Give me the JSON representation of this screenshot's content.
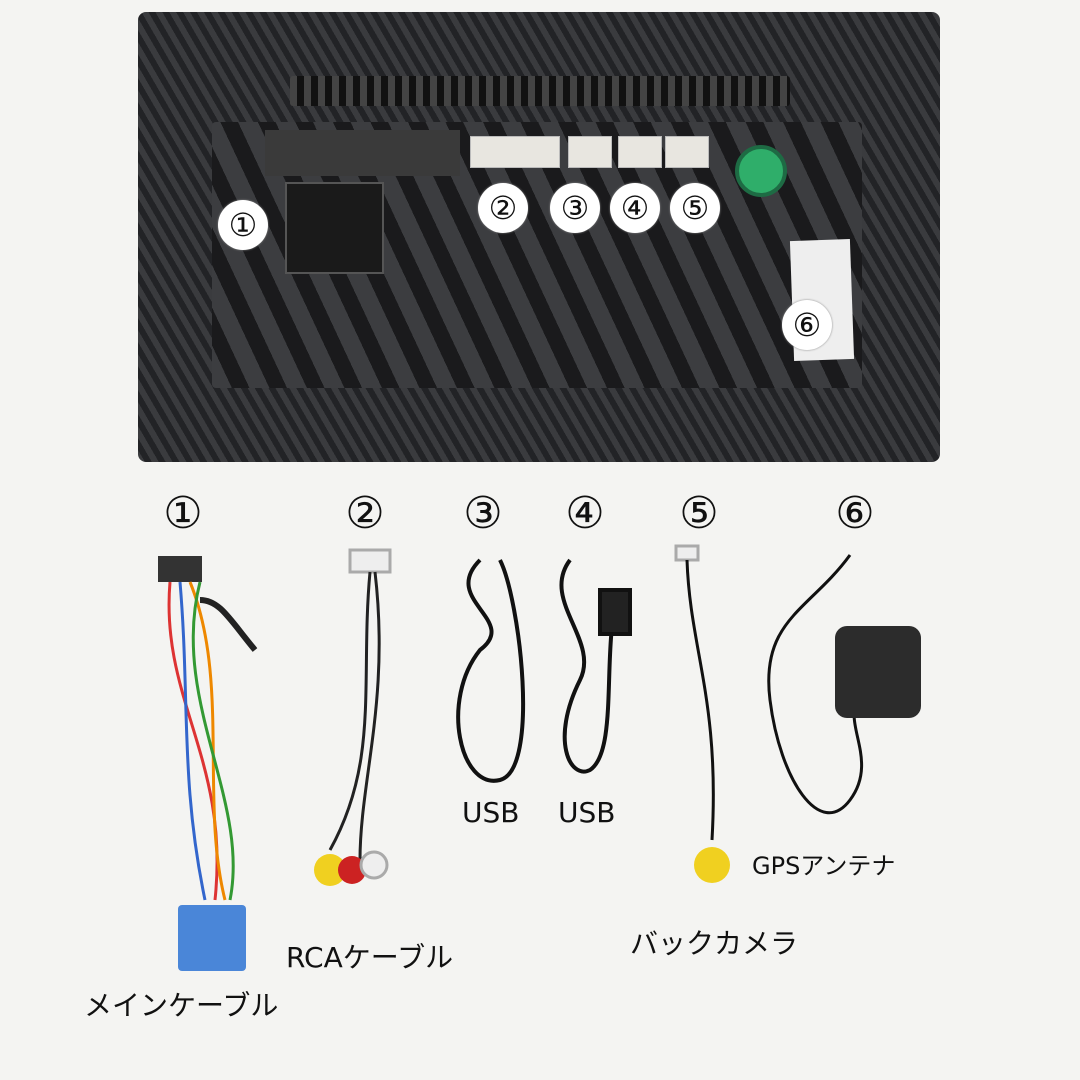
{
  "badges": [
    "①",
    "②",
    "③",
    "④",
    "⑤",
    "⑥"
  ],
  "items": [
    {
      "num": "①",
      "label": "メインケーブル"
    },
    {
      "num": "②",
      "label": "RCAケーブル"
    },
    {
      "num": "③",
      "label": "USB"
    },
    {
      "num": "④",
      "label": "USB"
    },
    {
      "num": "⑤",
      "label": "バックカメラ"
    },
    {
      "num": "⑥",
      "label": "GPSアンテナ"
    }
  ]
}
